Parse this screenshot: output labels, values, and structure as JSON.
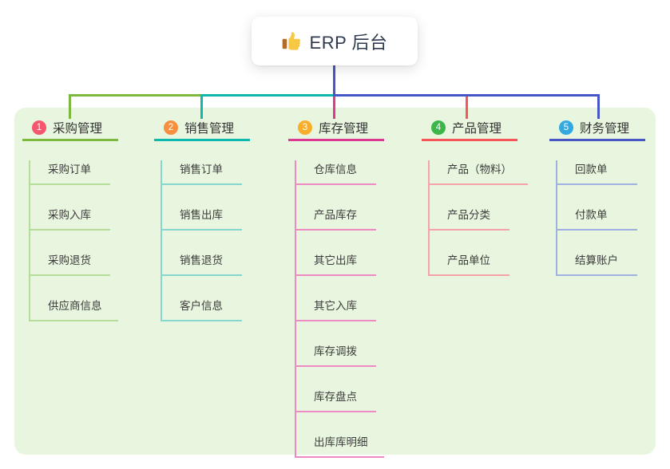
{
  "root": {
    "title": "ERP 后台",
    "icon": "thumbs-up-icon"
  },
  "branches": [
    {
      "index": "1",
      "label": "采购管理",
      "badge_color": "#f5586e",
      "line_color": "#7cb93e",
      "light_color": "#b6dc9a",
      "children": [
        "采购订单",
        "采购入库",
        "采购退货",
        "供应商信息"
      ]
    },
    {
      "index": "2",
      "label": "销售管理",
      "badge_color": "#f78f3e",
      "line_color": "#0fb8ae",
      "light_color": "#84d6cf",
      "children": [
        "销售订单",
        "销售出库",
        "销售退货",
        "客户信息"
      ]
    },
    {
      "index": "3",
      "label": "库存管理",
      "badge_color": "#f9ae2b",
      "line_color": "#dc3a92",
      "light_color": "#ee8ac3",
      "children": [
        "仓库信息",
        "产品库存",
        "其它出库",
        "其它入库",
        "库存调拨",
        "库存盘点",
        "出库库明细"
      ]
    },
    {
      "index": "4",
      "label": "产品管理",
      "badge_color": "#3cb549",
      "line_color": "#f8555a",
      "light_color": "#f7a1a9",
      "children": [
        "产品（物料）",
        "产品分类",
        "产品单位"
      ]
    },
    {
      "index": "5",
      "label": "财务管理",
      "badge_color": "#32a9e0",
      "line_color": "#4656c4",
      "light_color": "#9fb1e1",
      "children": [
        "回款单",
        "付款单",
        "结算账户"
      ]
    }
  ],
  "colors": {
    "panel_bg": "#e8f6df",
    "title_color": "#2f3a4e",
    "thumb_yellow": "#f7c843",
    "thumb_brown": "#b26b29"
  }
}
